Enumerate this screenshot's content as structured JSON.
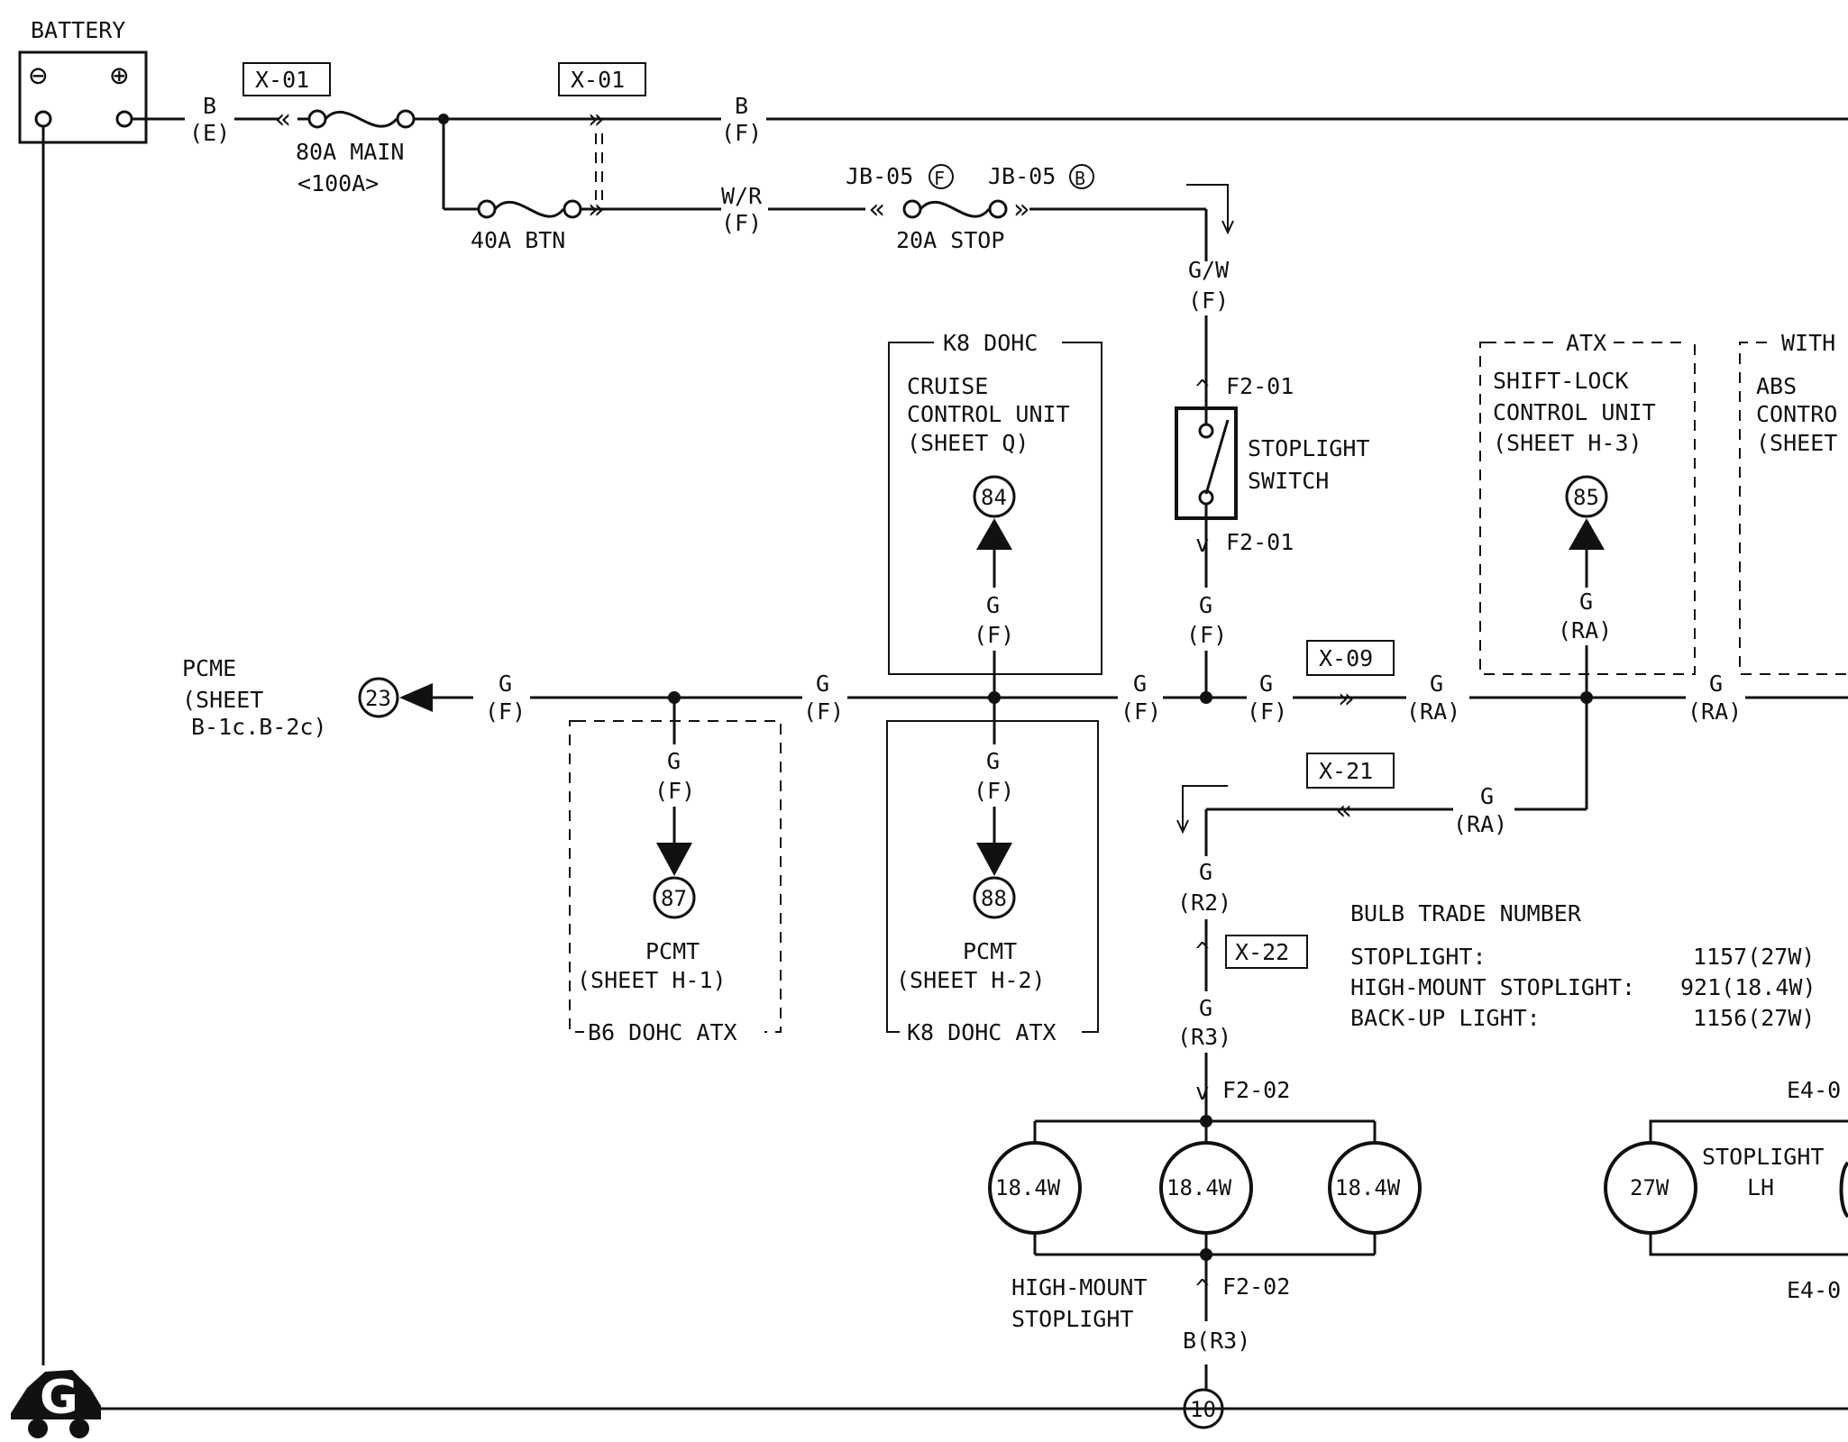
{
  "battery": {
    "label": "BATTERY",
    "minus": "⊖",
    "plus": "⊕"
  },
  "wires": {
    "b_e": [
      "B",
      "(E)"
    ],
    "b_f": [
      "B",
      "(F)"
    ],
    "wr_f": [
      "W/R",
      "(F)"
    ],
    "gw_f": [
      "G/W",
      "(F)"
    ],
    "g_f_pcme": [
      "G",
      "(F)"
    ],
    "g_f_mid1": [
      "G",
      "(F)"
    ],
    "g_f_mid2": [
      "G",
      "(F)"
    ],
    "g_f_mid3": [
      "G",
      "(F)"
    ],
    "g_ra_1": [
      "G",
      "(RA)"
    ],
    "g_ra_2": [
      "G",
      "(RA)"
    ],
    "g_f_cruise": [
      "G",
      "(F)"
    ],
    "g_f_stopsw": [
      "G",
      "(F)"
    ],
    "g_ra_shift": [
      "G",
      "(RA)"
    ],
    "g_f_87": [
      "G",
      "(F)"
    ],
    "g_f_88": [
      "G",
      "(F)"
    ],
    "g_ra_x21": [
      "G",
      "(RA)"
    ],
    "g_r2": [
      "G",
      "(R2)"
    ],
    "g_r3": [
      "G",
      "(R3)"
    ],
    "b_r3": "B(R3)"
  },
  "connectors": {
    "x01a": "X-01",
    "x01b": "X-01",
    "x09": "X-09",
    "x21": "X-21",
    "x22": "X-22",
    "jb05f": "JB-05",
    "jb05b": "JB-05",
    "f_letter": "F",
    "b_letter": "B",
    "f201_top": "F2-01",
    "f201_bot": "F2-01",
    "f202_top": "F2-02",
    "f202_bot": "F2-02",
    "e4_top": "E4-0",
    "e4_bot": "E4-0"
  },
  "fuses": {
    "main": "80A MAIN",
    "main_alt": "<100A>",
    "btn": "40A BTN",
    "stop": "20A STOP"
  },
  "components": {
    "stop_switch": [
      "STOPLIGHT",
      "SWITCH"
    ],
    "cruise": {
      "header": "K8 DOHC",
      "lines": [
        "CRUISE",
        "CONTROL UNIT",
        "(SHEET Q)"
      ],
      "ref": "84"
    },
    "shift": {
      "header": "ATX",
      "lines": [
        "SHIFT-LOCK",
        "CONTROL UNIT",
        "(SHEET H-3)"
      ],
      "ref": "85"
    },
    "abs": {
      "header": "WITH",
      "lines": [
        "ABS",
        "CONTRO",
        "(SHEET"
      ]
    },
    "pcme": {
      "lines": [
        "PCME",
        "(SHEET",
        "B-1c.B-2c)"
      ],
      "ref": "23"
    },
    "pcmt1": {
      "lines": [
        "PCMT",
        "(SHEET H-1)"
      ],
      "ref": "87",
      "footer": "B6 DOHC ATX"
    },
    "pcmt2": {
      "lines": [
        "PCMT",
        "(SHEET H-2)"
      ],
      "ref": "88",
      "footer": "K8 DOHC ATX"
    },
    "highmount": {
      "lines": [
        "HIGH-MOUNT",
        "STOPLIGHT"
      ],
      "bulbs": [
        "18.4W",
        "18.4W",
        "18.4W"
      ]
    },
    "stoplight_lh": {
      "lines": [
        "STOPLIGHT",
        "LH"
      ],
      "bulb": "27W"
    }
  },
  "bulb_table": {
    "title": "BULB TRADE NUMBER",
    "rows": [
      {
        "name": "STOPLIGHT:",
        "value": "1157(27W)"
      },
      {
        "name": "HIGH-MOUNT STOPLIGHT:",
        "value": "921(18.4W)"
      },
      {
        "name": "BACK-UP LIGHT:",
        "value": "1156(27W)"
      }
    ]
  },
  "ground": {
    "symbol": "G",
    "ref": "10"
  }
}
